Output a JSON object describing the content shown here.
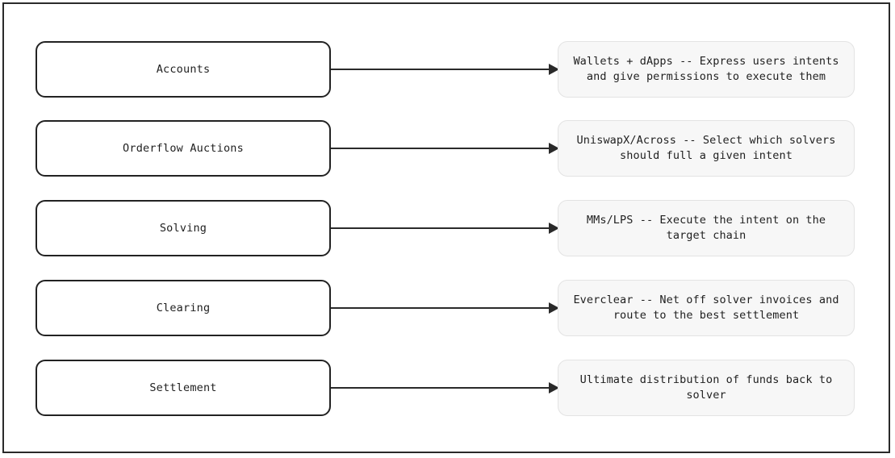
{
  "rows": [
    {
      "layer": "Accounts",
      "description": "Wallets + dApps -- Express users intents and give permissions to execute them"
    },
    {
      "layer": "Orderflow Auctions",
      "description": "UniswapX/Across -- Select which solvers should full a given intent"
    },
    {
      "layer": "Solving",
      "description": "MMs/LPS -- Execute the intent on the target chain"
    },
    {
      "layer": "Clearing",
      "description": "Everclear -- Net off solver invoices and route to the best settlement"
    },
    {
      "layer": "Settlement",
      "description": "Ultimate distribution of funds back to solver"
    }
  ]
}
